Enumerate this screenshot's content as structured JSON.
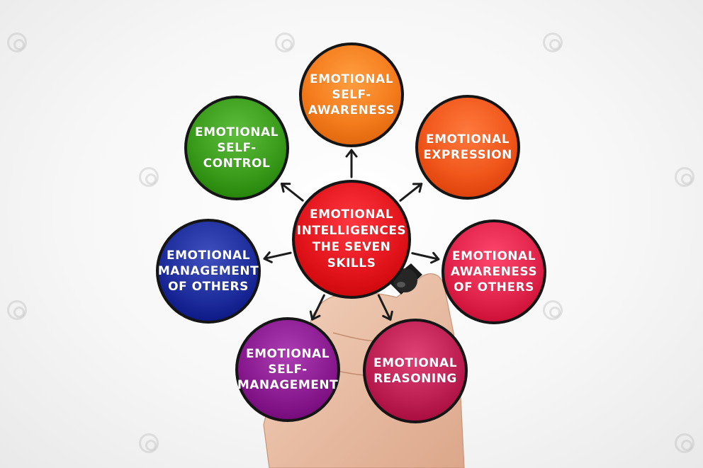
{
  "center": {
    "label": "EMOTIONAL\nINTELLIGENCES\nTHE SEVEN\nSKILLS",
    "color": "#e2141c"
  },
  "skills": [
    {
      "id": "self-awareness",
      "label": "EMOTIONAL\nSELF-\nAWARENESS",
      "color": "#f47b1c"
    },
    {
      "id": "expression",
      "label": "EMOTIONAL\nEXPRESSION",
      "color": "#f0561a"
    },
    {
      "id": "awareness-of-others",
      "label": "EMOTIONAL\nAWARENESS\nOF OTHERS",
      "color": "#e0234a"
    },
    {
      "id": "reasoning",
      "label": "EMOTIONAL\nREASONING",
      "color": "#bd1f53"
    },
    {
      "id": "self-management",
      "label": "EMOTIONAL\nSELF-\nMANAGEMENT",
      "color": "#8a1a8f"
    },
    {
      "id": "management-of-others",
      "label": "EMOTIONAL\nMANAGEMENT\nOF OTHERS",
      "color": "#1d2d9b"
    },
    {
      "id": "self-control",
      "label": "EMOTIONAL\nSELF-\nCONTROL",
      "color": "#3a9a1a"
    }
  ]
}
